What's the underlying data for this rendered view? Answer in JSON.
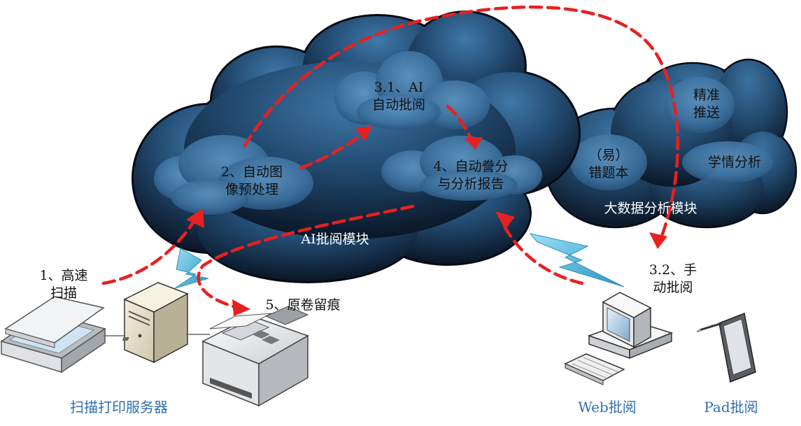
{
  "labels": {
    "step1": [
      "1、高速",
      "扫描"
    ],
    "step2": [
      "2、自动图",
      "像预处理"
    ],
    "step31": [
      "3.1、AI",
      "自动批阅"
    ],
    "step4": [
      "4、自动誊分",
      "与分析报告"
    ],
    "step5": "5、原卷留痕",
    "step32": [
      "3.2、手",
      "动批阅"
    ],
    "ai_module": "AI批阅模块",
    "wrong_book": [
      "（易）",
      "错题本"
    ],
    "precise_push": [
      "精准",
      "推送"
    ],
    "learning_analysis": "学情分析",
    "bigdata_module": "大数据分析模块",
    "server_label": "扫描打印服务器",
    "web_label": "Web批阅",
    "pad_label": "Pad批阅"
  },
  "colors": {
    "arrow": "#e8201f",
    "text_blue": "#2e6fae",
    "cloud_dark": "#0c1a2c",
    "cloud_mid": "#2b5b86",
    "cloud_light": "#4f87b5",
    "lightning": "#5bbde0"
  },
  "icons": [
    "scanner-icon",
    "server-icon",
    "printer-icon",
    "desktop-computer-icon",
    "tablet-icon",
    "lightning-icon"
  ]
}
